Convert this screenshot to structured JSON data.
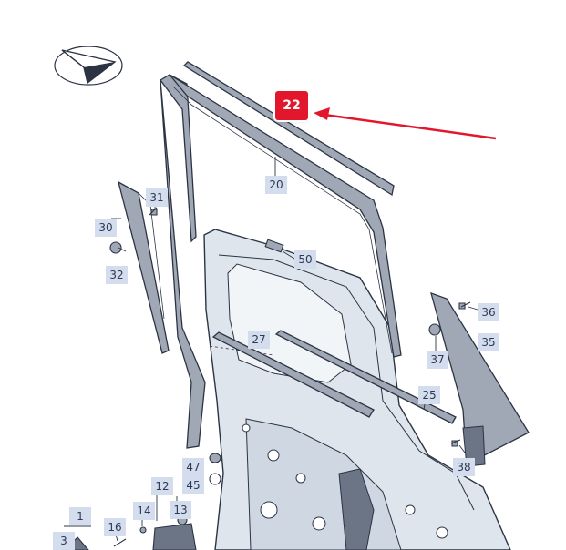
{
  "highlight": {
    "label": "22",
    "color": "#e2172b"
  },
  "compass": {
    "icon": "orientation-arrow-icon"
  },
  "callouts": {
    "c20": "20",
    "c50": "50",
    "c31": "31",
    "c30": "30",
    "c32": "32",
    "c36": "36",
    "c35": "35",
    "c37": "37",
    "c27": "27",
    "c25": "25",
    "c38": "38",
    "c47": "47",
    "c45": "45",
    "c12": "12",
    "c13": "13",
    "c14": "14",
    "c16": "16",
    "c1": "1",
    "c3": "3"
  },
  "colors": {
    "callout_bg": "#d3dded",
    "callout_text": "#2e3a55",
    "line": "#2c3444",
    "seal_fill": "#9fa8b4",
    "panel_fill": "#dfe5ec"
  }
}
